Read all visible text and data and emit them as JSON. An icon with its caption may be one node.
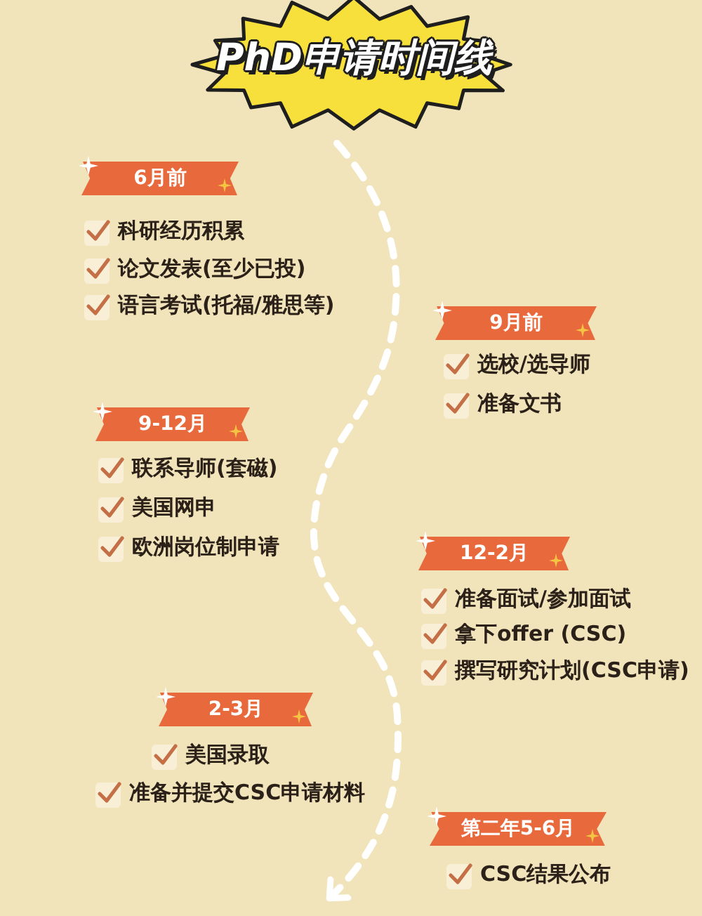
{
  "diagram": {
    "title": "PhD申请时间线",
    "nodes": [
      {
        "text": [
          "6月前"
        ],
        "beside": [
          "科研经历积累",
          "论文发表(至少已投)",
          "语言考试(托福/雅思等)"
        ]
      },
      {
        "text": [
          "9月前"
        ],
        "beside": [
          "选校/选导师",
          "准备文书"
        ]
      },
      {
        "text": [
          "9-12月"
        ],
        "beside": [
          "联系导师(套磁)",
          "美国网申",
          "欧洲岗位制申请"
        ]
      },
      {
        "text": [
          "12-2月"
        ],
        "beside": [
          "准备面试/参加面试",
          "拿下offer (CSC)",
          "撰写研究计划(CSC申请)"
        ]
      },
      {
        "text": [
          "2-3月"
        ],
        "beside": [
          "美国录取",
          "准备并提交CSC申请材料"
        ]
      },
      {
        "text": [
          "第二年5-6月"
        ],
        "beside": [
          "CSC结果公布"
        ]
      }
    ]
  }
}
